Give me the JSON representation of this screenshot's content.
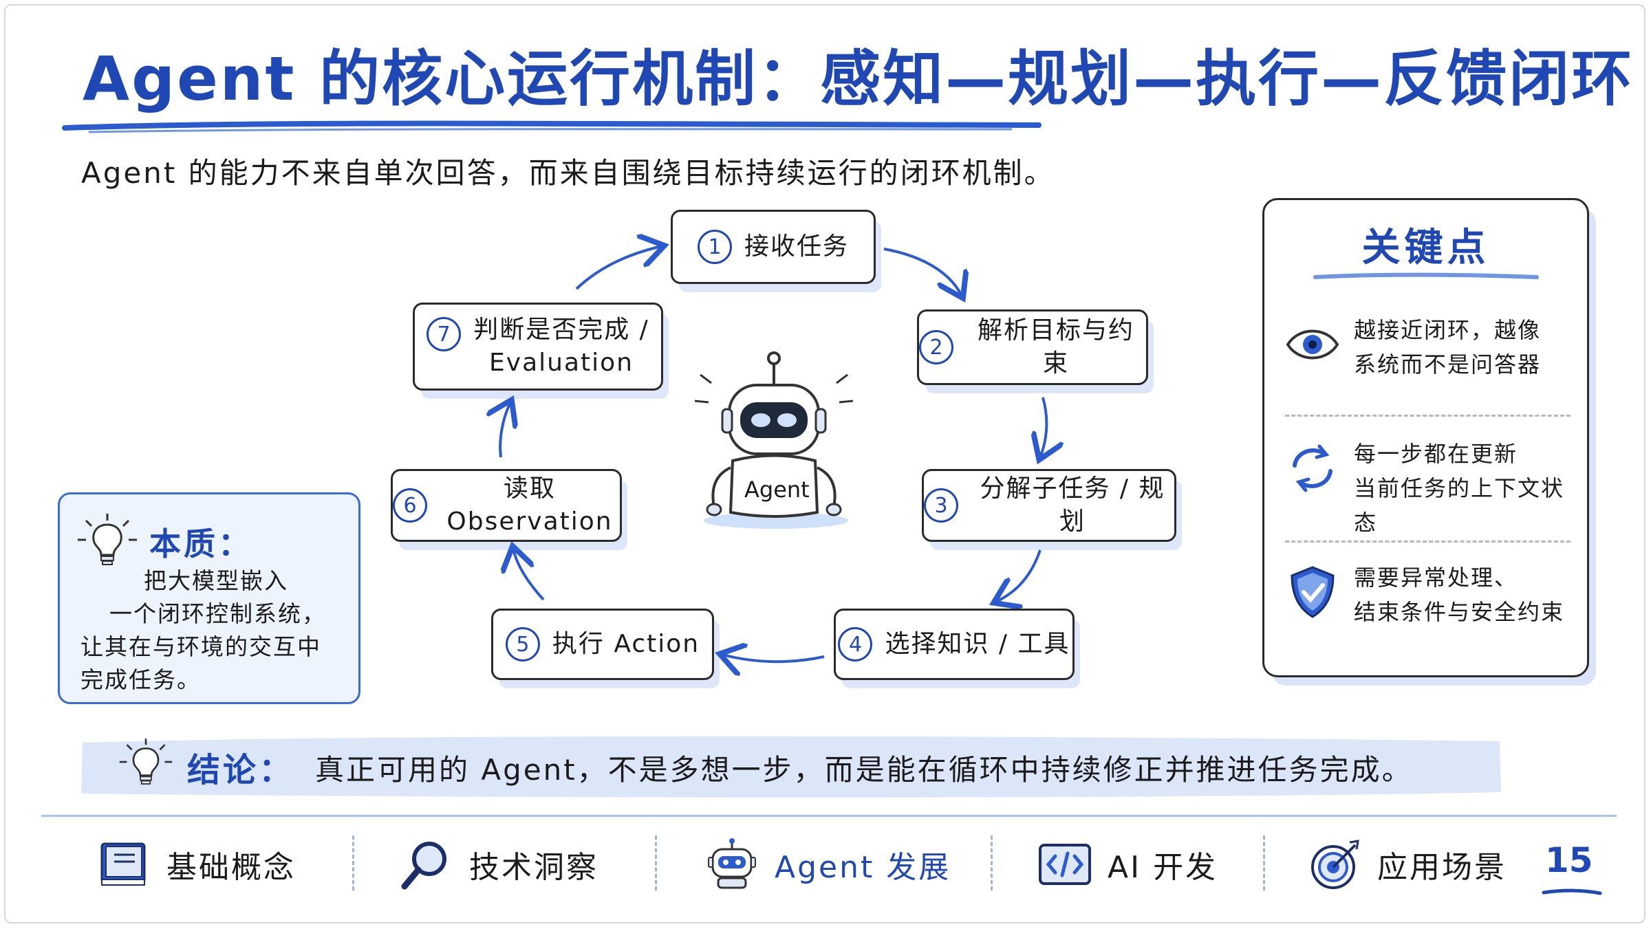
{
  "title": "Agent 的核心运行机制：感知—规划—执行—反馈闭环",
  "subtitle": "Agent 的能力不来自单次回答，而来自围绕目标持续运行的闭环机制。",
  "cycle": {
    "center_label": "Agent",
    "steps": [
      {
        "num": "1",
        "label": "接收任务"
      },
      {
        "num": "2",
        "label": "解析目标与约束"
      },
      {
        "num": "3",
        "label": "分解子任务 / 规划"
      },
      {
        "num": "4",
        "label": "选择知识 / 工具"
      },
      {
        "num": "5",
        "label": "执行 Action"
      },
      {
        "num": "6",
        "label": "读取 Observation"
      },
      {
        "num": "7",
        "label": "判断是否完成 /",
        "label2": "Evaluation"
      }
    ]
  },
  "key_points": {
    "title": "关键点",
    "items": [
      {
        "icon": "eye-icon",
        "line1": "越接近闭环，越像",
        "line2": "系统而不是问答器"
      },
      {
        "icon": "refresh-icon",
        "line1": "每一步都在更新",
        "line2": "当前任务的上下文状态"
      },
      {
        "icon": "shield-check-icon",
        "line1": "需要异常处理、",
        "line2": "结束条件与安全约束"
      }
    ]
  },
  "essence": {
    "title": "本质：",
    "lines": [
      "把大模型嵌入",
      "一个闭环控制系统，",
      "让其在与环境的交互中",
      "完成任务。"
    ]
  },
  "conclusion": {
    "label": "结论：",
    "text": "真正可用的 Agent，不是多想一步，而是能在循环中持续修正并推进任务完成。"
  },
  "nav": {
    "items": [
      {
        "icon": "book-icon",
        "label": "基础概念"
      },
      {
        "icon": "magnifier-icon",
        "label": "技术洞察"
      },
      {
        "icon": "robot-icon",
        "label": "Agent 发展"
      },
      {
        "icon": "code-icon",
        "label": "AI 开发"
      },
      {
        "icon": "target-icon",
        "label": "应用场景"
      }
    ],
    "page": "15"
  },
  "colors": {
    "accent": "#1f48b4",
    "light_accent": "#a9c2ee",
    "ink": "#1b1b1b"
  }
}
